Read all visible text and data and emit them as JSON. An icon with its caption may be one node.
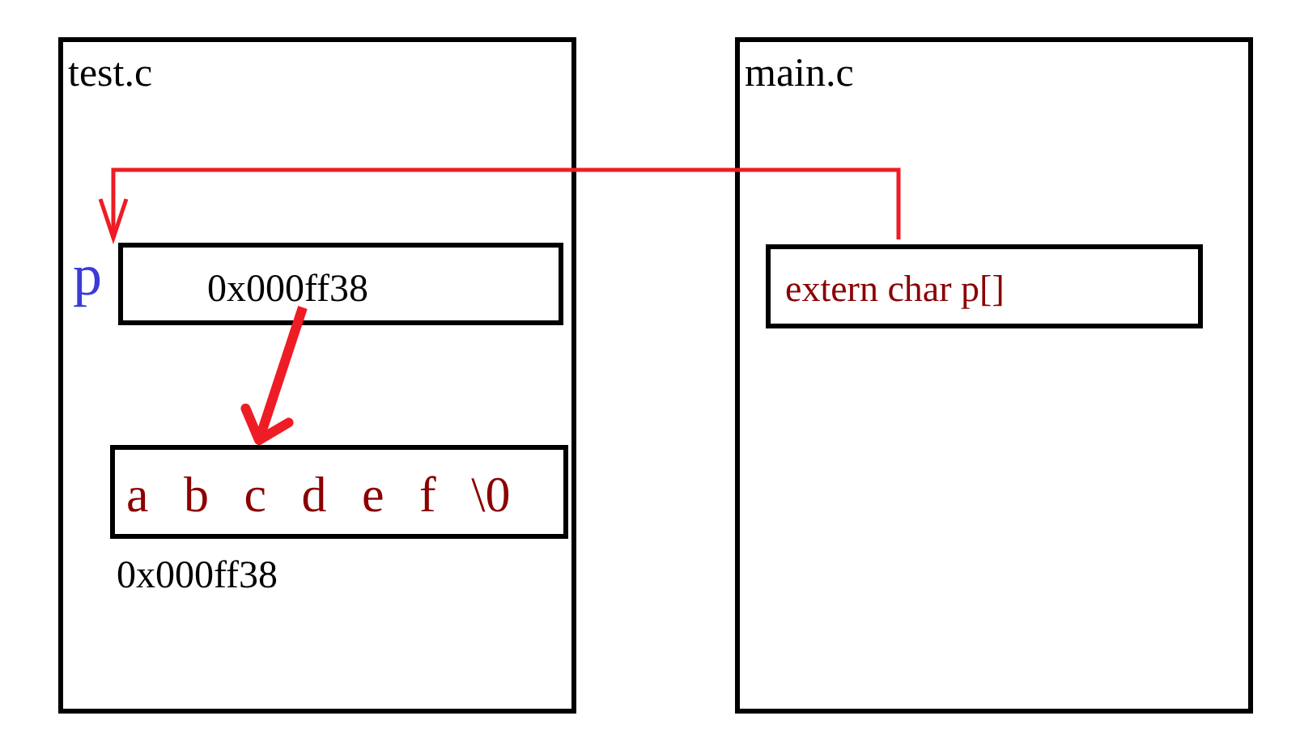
{
  "diagram": {
    "nodes": [
      {
        "text": [
          "test.c"
        ]
      },
      {
        "text": [
          "0x000ff38"
        ],
        "in": 0,
        "beside": [
          "p"
        ]
      },
      {
        "text": [
          "a b c d e f \\0"
        ],
        "in": 0,
        "beside": [
          "0x000ff38"
        ]
      },
      {
        "text": [
          "main.c"
        ]
      },
      {
        "text": [
          "extern char p[]"
        ],
        "in": 3
      }
    ],
    "edges": [
      {
        "from": 4,
        "to": 1,
        "arrow": "to",
        "color": "#ee1c25"
      },
      {
        "from": 1,
        "to": 2,
        "arrow": "to",
        "style": "thick",
        "color": "#ee1c25"
      }
    ]
  }
}
